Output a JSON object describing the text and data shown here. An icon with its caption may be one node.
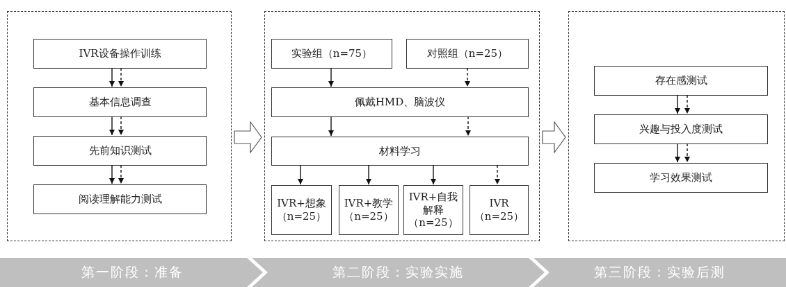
{
  "diagram": {
    "nodes": [
      {
        "text": [],
        "shape": "box"
      },
      {
        "text": [
          "IVR设备操作训练"
        ],
        "in": 0
      },
      {
        "text": [
          "基本信息调查"
        ],
        "in": 0
      },
      {
        "text": [
          "先前知识测试"
        ],
        "in": 0
      },
      {
        "text": [
          "阅读理解能力测试"
        ],
        "in": 0
      },
      {
        "text": [],
        "shape": "box"
      },
      {
        "text": [
          "实验组（n=75）"
        ],
        "in": 5
      },
      {
        "text": [
          "对照组（n=25）"
        ],
        "in": 5
      },
      {
        "text": [
          "佩戴HMD、脑波仪"
        ],
        "in": 5
      },
      {
        "text": [
          "材料学习"
        ],
        "in": 5
      },
      {
        "text": [
          "IVR+想象（n=25）"
        ],
        "in": 5
      },
      {
        "text": [
          "IVR+教学（n=25）"
        ],
        "in": 5
      },
      {
        "text": [
          "IVR+自我解释（n=25）"
        ],
        "in": 5
      },
      {
        "text": [
          "IVR（n=25）"
        ],
        "in": 5
      },
      {
        "text": [],
        "shape": "box"
      },
      {
        "text": [
          "存在感测试"
        ],
        "in": 14
      },
      {
        "text": [
          "兴趣与投入度测试"
        ],
        "in": 14
      },
      {
        "text": [
          "学习效果测试"
        ],
        "in": 14
      },
      {
        "text": [
          "第一阶段：准备"
        ]
      },
      {
        "text": [
          "第二阶段：实验实施"
        ]
      },
      {
        "text": [
          "第三阶段：实验后测"
        ]
      }
    ],
    "edges": [
      {
        "from": 1,
        "to": 2,
        "arrow": "to"
      },
      {
        "from": 1,
        "to": 2,
        "arrow": "to",
        "style": "dashed"
      },
      {
        "from": 2,
        "to": 3,
        "arrow": "to"
      },
      {
        "from": 2,
        "to": 3,
        "arrow": "to",
        "style": "dashed"
      },
      {
        "from": 3,
        "to": 4,
        "arrow": "to"
      },
      {
        "from": 3,
        "to": 4,
        "arrow": "to",
        "style": "dashed"
      },
      {
        "from": 0,
        "to": 5,
        "arrow": "to",
        "style": "thick"
      },
      {
        "from": 6,
        "to": 8,
        "arrow": "to"
      },
      {
        "from": 7,
        "to": 8,
        "arrow": "to",
        "style": "dashed"
      },
      {
        "from": 8,
        "to": 9,
        "arrow": "to"
      },
      {
        "from": 8,
        "to": 9,
        "arrow": "to",
        "style": "dashed"
      },
      {
        "from": 9,
        "to": 10,
        "arrow": "to"
      },
      {
        "from": 9,
        "to": 11,
        "arrow": "to"
      },
      {
        "from": 9,
        "to": 12,
        "arrow": "to"
      },
      {
        "from": 9,
        "to": 13,
        "arrow": "to",
        "style": "dashed"
      },
      {
        "from": 5,
        "to": 14,
        "arrow": "to",
        "style": "thick"
      },
      {
        "from": 15,
        "to": 16,
        "arrow": "to"
      },
      {
        "from": 15,
        "to": 16,
        "arrow": "to",
        "style": "dashed"
      },
      {
        "from": 16,
        "to": 17,
        "arrow": "to"
      },
      {
        "from": 16,
        "to": 17,
        "arrow": "to",
        "style": "dashed"
      }
    ]
  }
}
